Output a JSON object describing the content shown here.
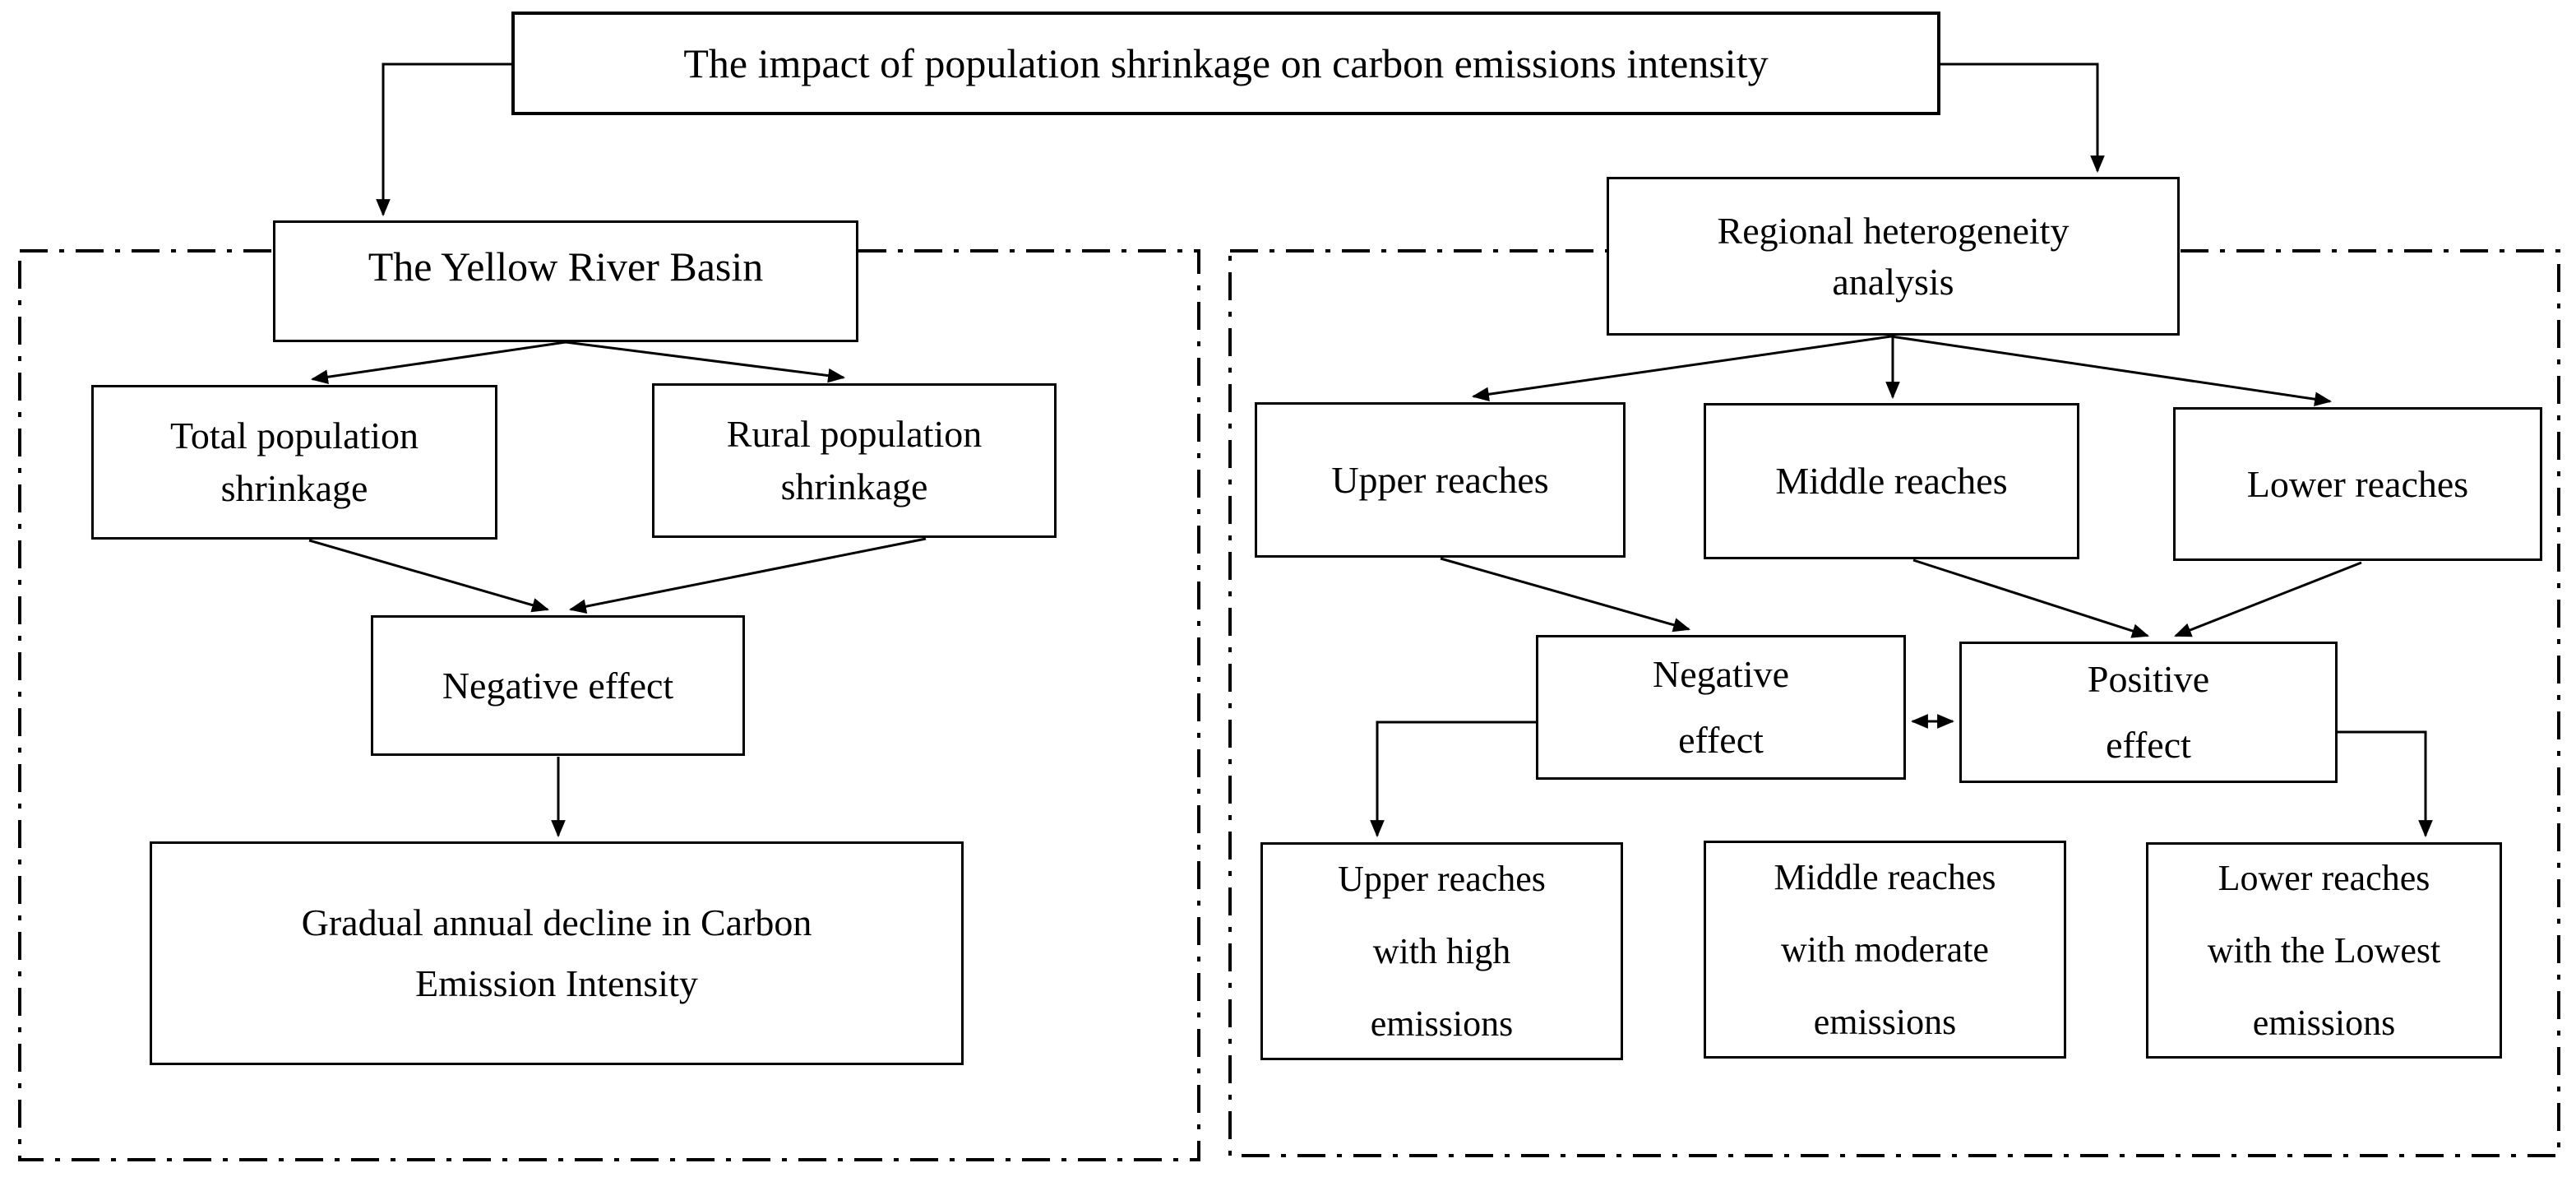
{
  "colors": {
    "ink": "#000000",
    "background": "#ffffff"
  },
  "root": {
    "title": "The impact of population shrinkage on carbon emissions intensity"
  },
  "left_branch": {
    "header": "The Yellow River Basin",
    "causes": [
      {
        "lines": [
          "Total population",
          "shrinkage"
        ]
      },
      {
        "lines": [
          "Rural population",
          "shrinkage"
        ]
      }
    ],
    "effect": "Negative effect",
    "outcome": {
      "lines": [
        "Gradual annual decline in Carbon",
        "Emission Intensity"
      ]
    }
  },
  "right_branch": {
    "header": {
      "lines": [
        "Regional heterogeneity",
        "analysis"
      ]
    },
    "regions": [
      "Upper reaches",
      "Middle reaches",
      "Lower reaches"
    ],
    "effects": [
      {
        "lines": [
          "Negative",
          "effect"
        ]
      },
      {
        "lines": [
          "Positive",
          "effect"
        ]
      }
    ],
    "outcomes": [
      {
        "lines": [
          "Upper reaches",
          "with high",
          "emissions"
        ]
      },
      {
        "lines": [
          "Middle reaches",
          "with moderate",
          "emissions"
        ]
      },
      {
        "lines": [
          "Lower reaches",
          "with the Lowest",
          "emissions"
        ]
      }
    ]
  }
}
